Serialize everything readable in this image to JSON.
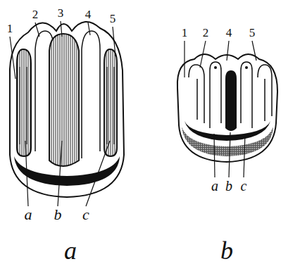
{
  "diagram": {
    "labels": [
      "1",
      "2",
      "3",
      "4",
      "5",
      "1",
      "2",
      "4",
      "5",
      "a",
      "b",
      "c",
      "a",
      "b",
      "c",
      "a",
      "b"
    ]
  }
}
